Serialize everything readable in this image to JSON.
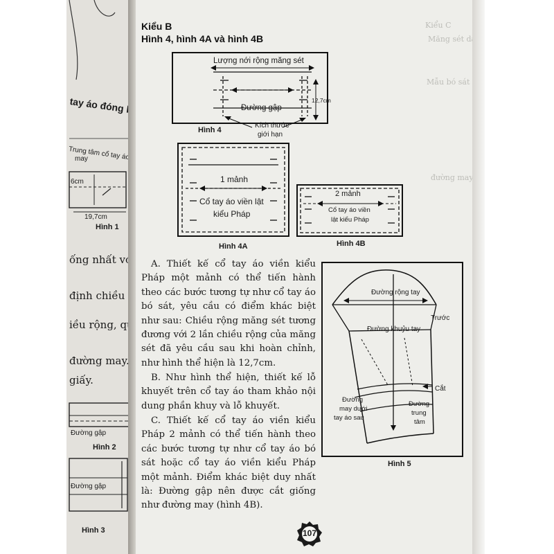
{
  "right_page": {
    "section": "Kiểu B",
    "figure_heading": "Hình 4, hình 4A và hình 4B",
    "fig4": {
      "top_label": "Lượng nới rộng măng sét",
      "fold_label": "Đường gập",
      "height_label": "12,7cm",
      "caption": "Hình 4",
      "limit_label_1": "Kích thước",
      "limit_label_2": "giới hạn"
    },
    "fig4a": {
      "piece_label": "1 mảnh",
      "name_line1": "Cổ tay áo viền lật",
      "name_line2": "kiểu Pháp",
      "caption": "Hình 4A"
    },
    "fig4b": {
      "piece_label": "2 mảnh",
      "name_line1": "Cổ tay áo viền",
      "name_line2": "lật kiểu Pháp",
      "caption": "Hình 4B"
    },
    "para_a": "A. Thiết kế cổ tay áo viền kiểu Pháp một mảnh có thể tiến hành theo các bước tương tự như cổ tay áo bó sát, yêu cầu có điểm khác biệt như sau: Chiều rộng măng sét tương đương với 2 lần chiều rộng của măng sét đã yêu cầu sau khi hoàn chỉnh, như hình thể hiện là 12,7cm.",
    "para_b": "B. Như hình thể hiện, thiết kế lỗ khuyết trên cổ tay áo tham khảo nội dung phần khuy và lỗ khuyết.",
    "para_c": "C. Thiết kế cổ tay áo viền kiểu Pháp 2 mảnh có thể tiến hành theo các bước tương tự như cổ tay áo bó sát hoặc cổ tay áo viền kiểu Pháp một mảnh. Điểm khác biệt duy nhất là: Đường gập nên được cắt giống như đường may (hình 4B).",
    "fig5": {
      "sleeve_width": "Đường rộng tay",
      "front": "Trước",
      "elbow": "Đường khuỷu tay",
      "cut": "Cắt",
      "seam_1": "Đường",
      "seam_2": "may dưới",
      "seam_3": "tay áo sau",
      "center_1": "Đường",
      "center_2": "trung",
      "center_3": "tâm",
      "caption": "Hình 5"
    },
    "page_number": "107"
  },
  "left_page": {
    "heading": "tay áo đóng kín",
    "center_label_1": "Trung tâm cổ tay áo",
    "center_label_2": "may",
    "cm_small": "6cm",
    "cm_large": "19,7cm",
    "caption_1": "Hình 1",
    "line_1": "ống nhất với",
    "line_2": "định chiều r",
    "line_3": "iều rộng, qua",
    "line_4": "đường may.",
    "line_5": "giấy.",
    "fold_2": "Đường gập",
    "caption_2": "Hình 2",
    "fold_3": "Đường gập",
    "caption_3": "Hình 3"
  },
  "far_right": {
    "header": "Kiểu C",
    "line_1": "Măng sét dài, bó sát",
    "line_2": "Mẫu bó sát",
    "line_3": "đường may"
  }
}
